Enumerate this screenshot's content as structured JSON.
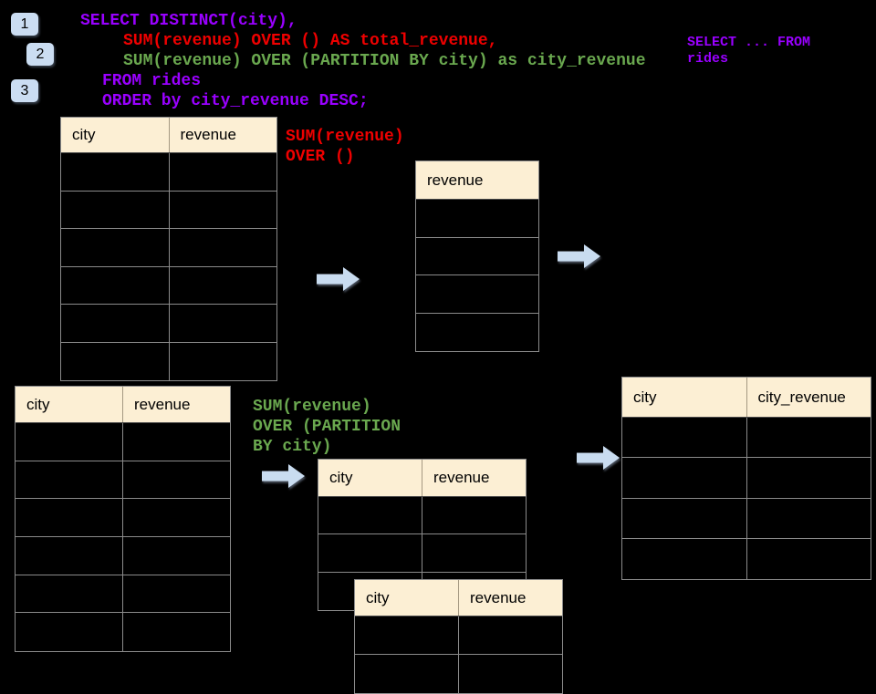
{
  "colors": {
    "background": "#000000",
    "purple": "#9900FF",
    "red": "#EE0000",
    "green": "#6AA84F",
    "header_fill": "#FCEFD4",
    "arrow_fill": "#C9DCF0",
    "badge_fill": "#CBDDF2",
    "border": "#8B8B8B"
  },
  "badges": [
    {
      "label": "1"
    },
    {
      "label": "2"
    },
    {
      "label": "3"
    }
  ],
  "code": {
    "lines": [
      {
        "text": "SELECT DISTINCT(city),"
      },
      {
        "text": "SUM(revenue) OVER () AS total_revenue,"
      },
      {
        "text": "SUM(revenue) OVER (PARTITION BY city) as city_revenue"
      },
      {
        "text": "FROM rides"
      },
      {
        "text": "ORDER by city_revenue DESC;"
      }
    ]
  },
  "side_note": {
    "lines": [
      "SELECT ... FROM",
      "rides"
    ]
  },
  "annotations": {
    "window_total": {
      "lines": [
        "SUM(revenue)",
        "OVER ()"
      ]
    },
    "window_partition": {
      "lines": [
        "SUM(revenue)",
        "OVER (PARTITION",
        "BY city)"
      ]
    }
  },
  "tables": {
    "source_top": {
      "columns": [
        "city",
        "revenue"
      ],
      "rows": 6
    },
    "total_result": {
      "columns": [
        "revenue"
      ],
      "rows": 4
    },
    "source_bottom": {
      "columns": [
        "city",
        "revenue"
      ],
      "rows": 6
    },
    "partition_input": {
      "columns": [
        "city",
        "revenue"
      ],
      "rows": 3
    },
    "partition_result": {
      "columns": [
        "city",
        "revenue"
      ],
      "rows": 2
    },
    "final_result": {
      "columns": [
        "city",
        "city_revenue"
      ],
      "rows": 4
    }
  }
}
